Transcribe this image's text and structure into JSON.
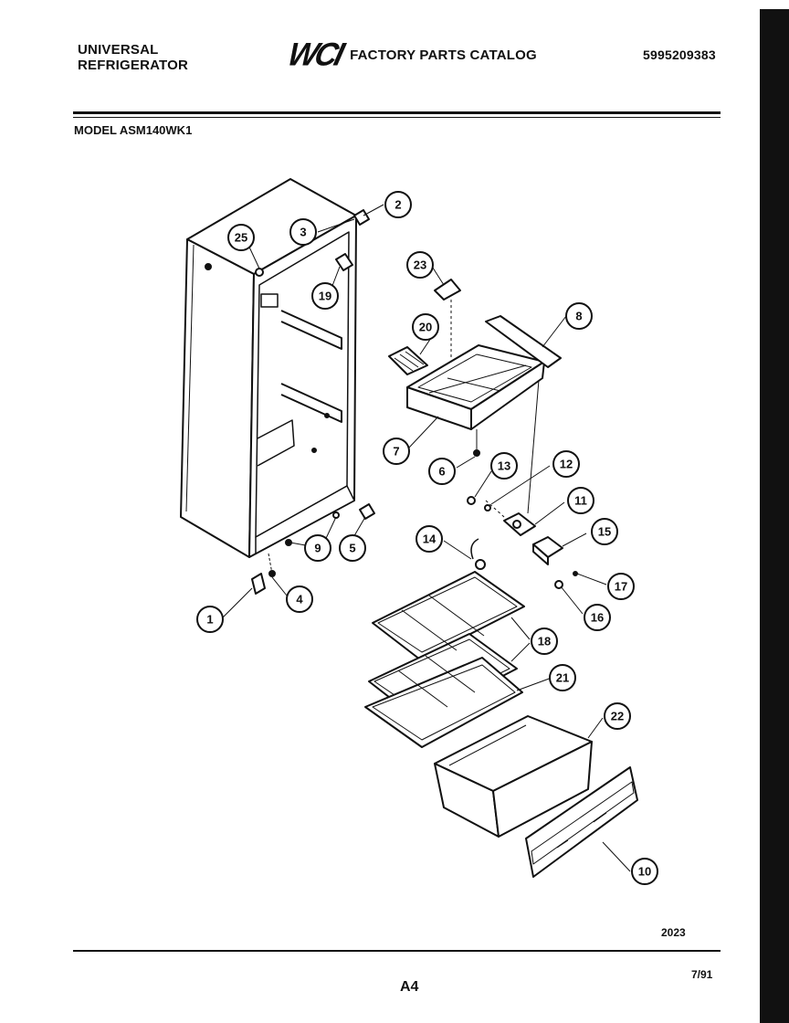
{
  "header": {
    "brand_line1": "UNIVERSAL",
    "brand_line2": "REFRIGERATOR",
    "logo": "WCI",
    "catalog_title": "FACTORY PARTS CATALOG",
    "catalog_number": "5995209383"
  },
  "model": "MODEL ASM140WK1",
  "callouts": [
    {
      "num": "1"
    },
    {
      "num": "2"
    },
    {
      "num": "3"
    },
    {
      "num": "4"
    },
    {
      "num": "5"
    },
    {
      "num": "6"
    },
    {
      "num": "7"
    },
    {
      "num": "8"
    },
    {
      "num": "9"
    },
    {
      "num": "10"
    },
    {
      "num": "11"
    },
    {
      "num": "12"
    },
    {
      "num": "13"
    },
    {
      "num": "14"
    },
    {
      "num": "15"
    },
    {
      "num": "16"
    },
    {
      "num": "17"
    },
    {
      "num": "18"
    },
    {
      "num": "19"
    },
    {
      "num": "20"
    },
    {
      "num": "21"
    },
    {
      "num": "22"
    },
    {
      "num": "23"
    },
    {
      "num": "25"
    }
  ],
  "footer": {
    "drawing_code": "2023",
    "page": "A4",
    "date": "7/91"
  }
}
